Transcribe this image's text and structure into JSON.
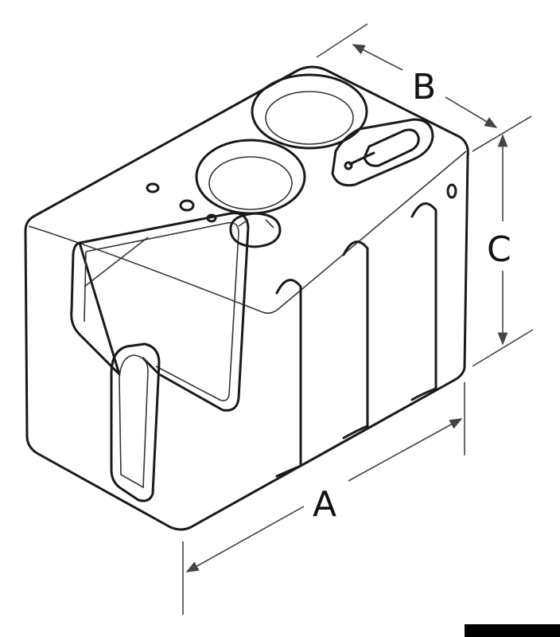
{
  "dimensions": {
    "length_label": "A",
    "width_label": "B",
    "height_label": "C"
  },
  "colors": {
    "line": "#1a1a1a",
    "background": "#ffffff"
  }
}
